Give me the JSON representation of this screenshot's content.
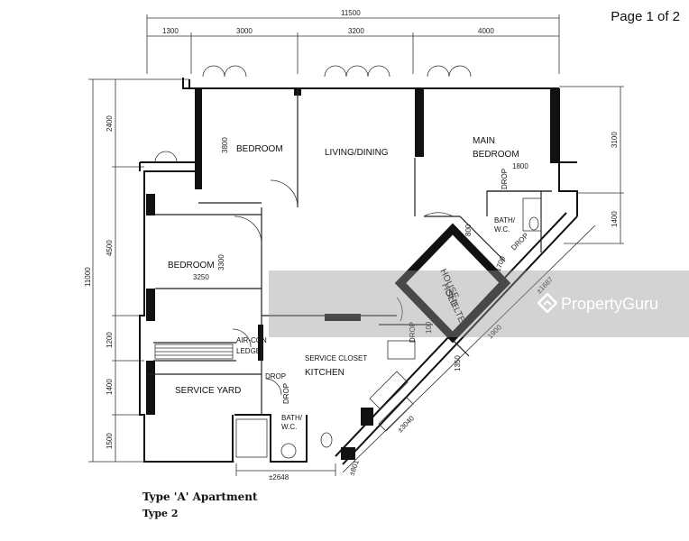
{
  "page_indicator": "Page 1 of 2",
  "dimensions": {
    "overall_width": "11500",
    "top": [
      "1300",
      "3000",
      "3200",
      "4000"
    ],
    "overall_height": "11000",
    "left": [
      "2400",
      "4500",
      "1200",
      "1400",
      "1500"
    ],
    "right": [
      "3100",
      "1400"
    ],
    "inner": [
      "3800",
      "3300",
      "3250",
      "1800",
      "800",
      "1700",
      "±1687",
      "1900",
      "1350",
      "100",
      "±3040",
      "±801",
      "±2648"
    ]
  },
  "rooms": {
    "bedroom_1": "BEDROOM",
    "living_dining": "LIVING/DINING",
    "main_bedroom_line1": "MAIN",
    "main_bedroom_line2": "BEDROOM",
    "bedroom_2": "BEDROOM",
    "bath_wc_main_line1": "BATH/",
    "bath_wc_main_line2": "W.C.",
    "drop": "DROP",
    "household_shelter_line1": "HOUSE-",
    "household_shelter_line2": "HOLD",
    "household_shelter_line3": "SHELTER",
    "aircon_line1": "AIR-CON",
    "aircon_line2": "LEDGE",
    "service_closet": "SERVICE CLOSET",
    "kitchen": "KITCHEN",
    "service_yard": "SERVICE YARD",
    "bath_wc_line1": "BATH/",
    "bath_wc_line2": "W.C."
  },
  "caption": {
    "title": "Type 'A' Apartment",
    "subtitle": "Type 2"
  },
  "watermark": {
    "text": "PropertyGuru",
    "icon": "propertyguru-logo-icon"
  }
}
